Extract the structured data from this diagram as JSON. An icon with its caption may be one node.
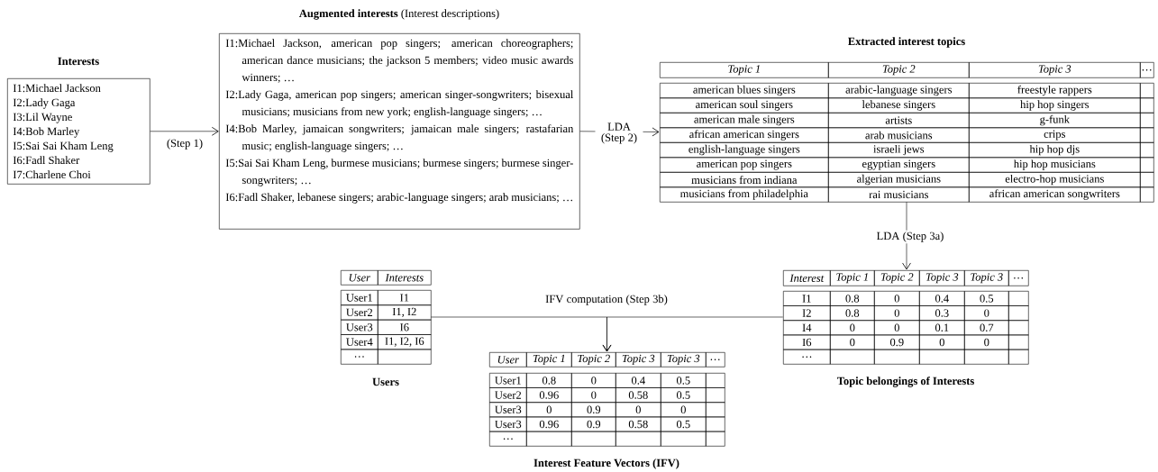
{
  "diagram": {
    "nodes": [
      {
        "text": [
          "Interests",
          "I1:Michael Jackson",
          "I2:Lady Gaga",
          "I3:Lil Wayne",
          "I4:Bob Marley",
          "I5:Sai Sai Kham Leng",
          "I6:Fadl Shaker",
          "I7:Charlene Choi"
        ]
      },
      {
        "text": [
          "**Augmented interests** (Interest descriptions)",
          "I1:Michael Jackson, american pop singers; american choreographers; american dance musicians; the jackson 5 members; video music awards winners; …",
          "I2:Lady Gaga, american pop singers; american singer-songwriters; bisexual musicians; musicians from new york; english-language singers; …",
          "I4:Bob Marley, jamaican songwriters; jamaican male singers; rastafarian music; english-language singers; …",
          "I5:Sai Sai Kham Leng, burmese musicians; burmese singers; burmese singer-songwriters; …",
          "I6:Fadl Shaker, lebanese singers; arabic-language singers; arab musicians; …"
        ]
      },
      {
        "text": [
          "Extracted interest topics",
          "Topic 1",
          "Topic 2",
          "Topic 3",
          "…",
          "american blues singers",
          "arabic-language singers",
          "freestyle rappers",
          "american soul singers",
          "lebanese singers",
          "hip hop singers",
          "american male singers",
          "artists",
          "g-funk",
          "african american singers",
          "arab musicians",
          "crips",
          "english-language singers",
          "israeli jews",
          "hip hop djs",
          "american pop singers",
          "egyptian singers",
          "hip hop musicians",
          "musicians from indiana",
          "algerian musicians",
          "electro-hop musicians",
          "musicians from philadelphia",
          "rai musicians",
          "african american songwriters"
        ]
      },
      {
        "text": [
          "Topic belongings of Interests",
          "Interest",
          "Topic 1",
          "Topic 2",
          "Topic 3",
          "Topic 3",
          "…",
          "I1",
          "0.8",
          "0",
          "0.4",
          "0.5",
          "I2",
          "0.8",
          "0",
          "0.3",
          "0",
          "I4",
          "0",
          "0",
          "0.1",
          "0.7",
          "I6",
          "0",
          "0.9",
          "0",
          "0",
          "…"
        ]
      },
      {
        "text": [
          "Users",
          "User",
          "Interests",
          "User1",
          "I1",
          "User2",
          "I1, I2",
          "User3",
          "I6",
          "User4",
          "I1, I2, I6",
          "…"
        ]
      },
      {
        "text": [
          "Interest Feature Vectors (IFV)",
          "User",
          "Topic 1",
          "Topic 2",
          "Topic 3",
          "Topic 3",
          "…",
          "User1",
          "0.8",
          "0",
          "0.4",
          "0.5",
          "User2",
          "0.96",
          "0",
          "0.58",
          "0.5",
          "User3",
          "0",
          "0.9",
          "0",
          "0",
          "User3",
          "0.96",
          "0.9",
          "0.58",
          "0.5",
          "…"
        ]
      }
    ],
    "edges": [
      {
        "from": 0,
        "to": 1,
        "arrow": "to",
        "label": "(Step 1)"
      },
      {
        "from": 1,
        "to": 2,
        "arrow": "to",
        "label": "LDA (Step 2)"
      },
      {
        "from": 2,
        "to": 3,
        "arrow": "to",
        "label": "LDA (Step 3a)"
      },
      {
        "from": 4,
        "to": 5,
        "arrow": "to",
        "label": "IFV computation (Step 3b)"
      },
      {
        "from": 3,
        "to": 5,
        "arrow": "to"
      }
    ]
  }
}
